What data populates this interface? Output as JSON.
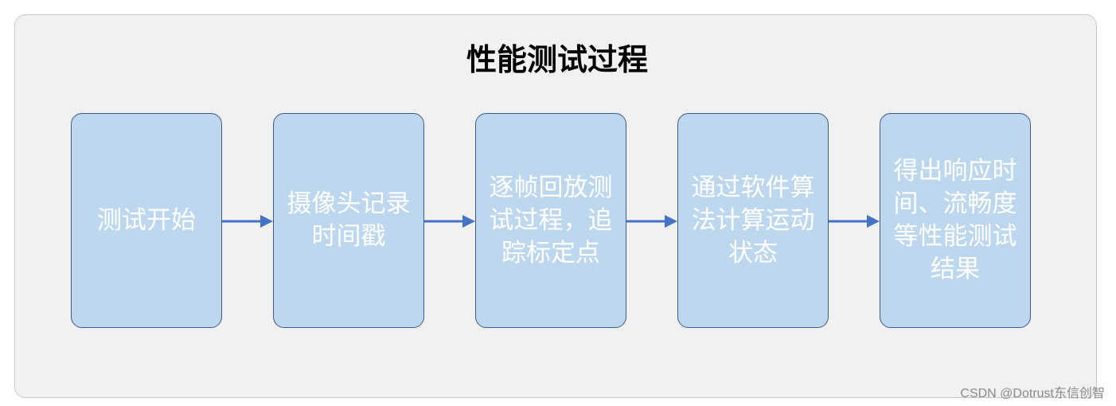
{
  "diagram": {
    "title": "性能测试过程",
    "steps": [
      {
        "label": "测试开始"
      },
      {
        "label": "摄像头记录时间戳"
      },
      {
        "label": "逐帧回放测试过程，追踪标定点"
      },
      {
        "label": "通过软件算法计算运动状态"
      },
      {
        "label": "得出响应时间、流畅度等性能测试结果"
      }
    ],
    "colors": {
      "box_fill": "#bdd7ee",
      "box_border": "#3e5a8a",
      "arrow": "#4472c4",
      "background": "#f1f1f1"
    }
  },
  "watermark": "CSDN @Dotrust东信创智"
}
